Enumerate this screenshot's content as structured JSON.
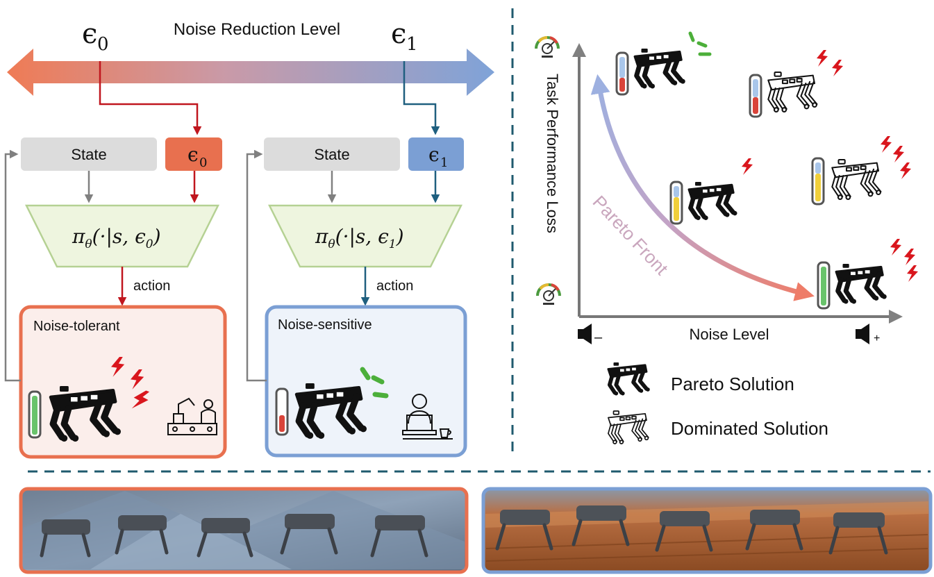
{
  "top_bar": {
    "title": "Noise Reduction Level",
    "left_symbol": "ϵ",
    "left_sub": "0",
    "right_symbol": "ϵ",
    "right_sub": "1"
  },
  "left_flow": {
    "state_label": "State",
    "eps_symbol": "ϵ",
    "eps_sub": "0",
    "policy_pi": "π",
    "policy_theta": "θ",
    "policy_args": "(·|s, ϵ",
    "policy_args_sub": "0",
    "policy_close": ")",
    "action_label": "action",
    "result_title": "Noise-tolerant"
  },
  "right_flow": {
    "state_label": "State",
    "eps_symbol": "ϵ",
    "eps_sub": "1",
    "policy_pi": "π",
    "policy_theta": "θ",
    "policy_args": "(·|s, ϵ",
    "policy_args_sub": "1",
    "policy_close": ")",
    "action_label": "action",
    "result_title": "Noise-sensitive"
  },
  "pareto_plot": {
    "ylabel": "Task Performance Loss",
    "xlabel": "Noise Level",
    "front_label": "Pareto Front",
    "mute_sign": "–",
    "loud_sign": "+"
  },
  "legend": {
    "pareto": "Pareto Solution",
    "dominated": "Dominated Solution"
  },
  "colors": {
    "red_accent": "#e8704f",
    "blue_accent": "#7b9fd4",
    "dark_red": "#c0161e",
    "dark_blue": "#1f5f7f",
    "policy_fill": "#eef5df",
    "policy_stroke": "#b5d193",
    "state_fill": "#dcdcdc",
    "tolerant_bg": "#fbeeeb",
    "sensitive_bg": "#eef3fa",
    "divider": "#1f5a6e",
    "lightning": "#d9161d",
    "quiet_marks": "#4caf3a"
  }
}
